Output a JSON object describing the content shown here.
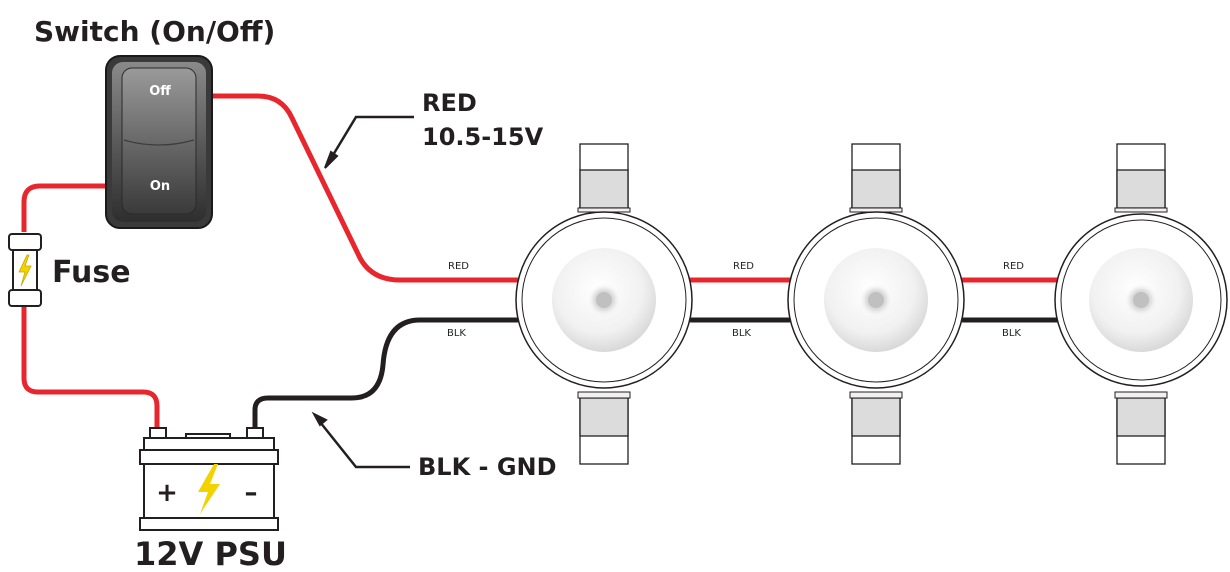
{
  "labels": {
    "switch_title": "Switch (On/Off)",
    "switch_off": "Off",
    "switch_on": "On",
    "fuse": "Fuse",
    "psu": "12V PSU",
    "psu_plus": "+",
    "psu_minus": "–",
    "red_wire": "RED",
    "red_voltage": "10.5-15V",
    "blk_gnd": "BLK - GND",
    "wire_red": "RED",
    "wire_blk": "BLK"
  },
  "colors": {
    "red_wire": "#e8262d",
    "black_wire": "#231f20",
    "text": "#231f20",
    "bolt": "#f2d300"
  },
  "icons": [
    "lightning-bolt-icon"
  ]
}
